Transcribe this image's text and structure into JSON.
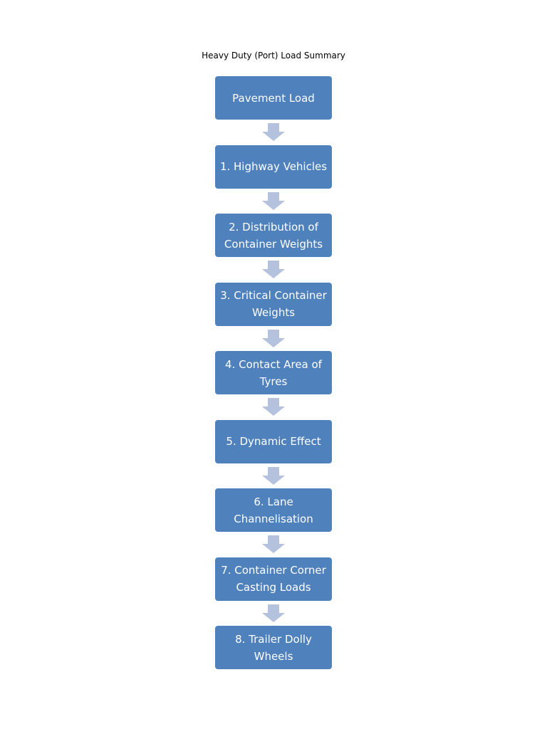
{
  "title": "Heavy Duty (Port) Load Summary",
  "colors": {
    "box_fill": "#4f81bd",
    "box_text": "#ffffff",
    "arrow_fill": "#b4c2de"
  },
  "steps": [
    {
      "label": "Pavement Load"
    },
    {
      "label": "1. Highway Vehicles"
    },
    {
      "label": "2. Distribution of Container Weights"
    },
    {
      "label": "3. Critical Container Weights"
    },
    {
      "label": "4. Contact Area of Tyres"
    },
    {
      "label": "5. Dynamic Effect"
    },
    {
      "label": "6. Lane Channelisation"
    },
    {
      "label": "7. Container Corner Casting Loads"
    },
    {
      "label": "8. Trailer Dolly Wheels"
    }
  ]
}
